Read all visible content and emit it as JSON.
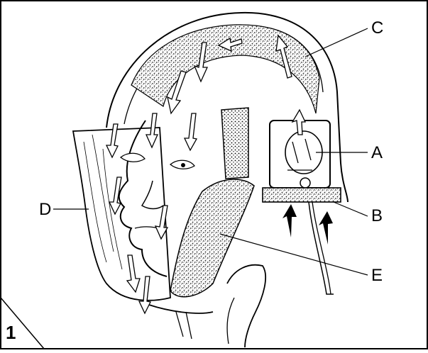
{
  "figure": {
    "number": "1",
    "labels": {
      "A": "A",
      "B": "B",
      "C": "C",
      "D": "D",
      "E": "E"
    }
  }
}
